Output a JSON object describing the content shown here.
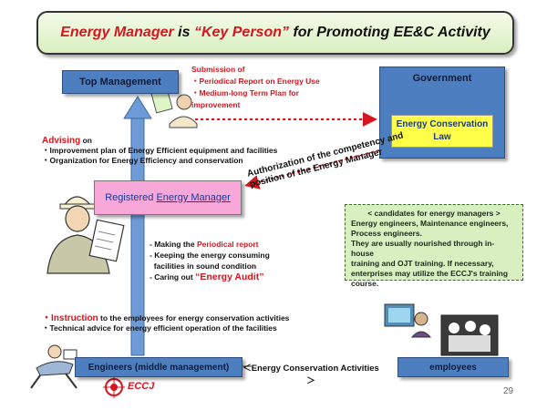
{
  "title": {
    "part1": "Energy Manager",
    "part2": " is ",
    "part3": "“Key Person”",
    "part4": " for Promoting EE&C Activity"
  },
  "top_management": "Top Management",
  "submission": {
    "head": "Submission of",
    "item1": "・Periodical Report on Energy Use",
    "item2": "・Medium-long Term Plan for",
    "item3": "improvement"
  },
  "government": {
    "title": "Government",
    "law_line1": "Energy Conservation",
    "law_line2": "Law"
  },
  "advising": {
    "word": "Advising",
    "on": " on",
    "item1": "・Improvement plan of Energy Efficient equipment and facilities",
    "item2": "・Organization for Energy Efficiency and conservation"
  },
  "authorization": {
    "line1": "Authorization of the competency and",
    "line2": "position of the Energy Manager"
  },
  "registered": {
    "part1": "Registered ",
    "part2": "Energy Manager"
  },
  "candidates": {
    "head": "< candidates for energy managers >",
    "line1": "Energy engineers, Maintenance engineers,",
    "line2": "Process engineers.",
    "line3": "They are usually nourished through in-house",
    "line4": "training and OJT training. If necessary,",
    "line5": "enterprises may utilize the ECCJ's training",
    "line6": "course."
  },
  "duties": {
    "d1_prefix": "- Making the ",
    "d1_red": "Periodical report",
    "d2": "- Keeping the energy consuming",
    "d3": "  facilities in sound condition",
    "d4_prefix": "- Caring out ",
    "d4_red": "“Energy Audit”"
  },
  "instruction": {
    "word": "・Instruction",
    "rest": " to the employees for energy conservation activities",
    "item2": "・Technical advice for energy efficient operation of the facilities"
  },
  "engineers": "Engineers (middle management)",
  "activities": "＜Energy Conservation Activities＞",
  "employees": "employees",
  "logo": "ECCJ",
  "page_number": "29",
  "colors": {
    "accent_red": "#d4161f",
    "box_blue": "#4d7fc0",
    "law_yellow": "#ffff4a",
    "manager_pink": "#f8a8d8",
    "candidate_green": "#d8efc0"
  }
}
